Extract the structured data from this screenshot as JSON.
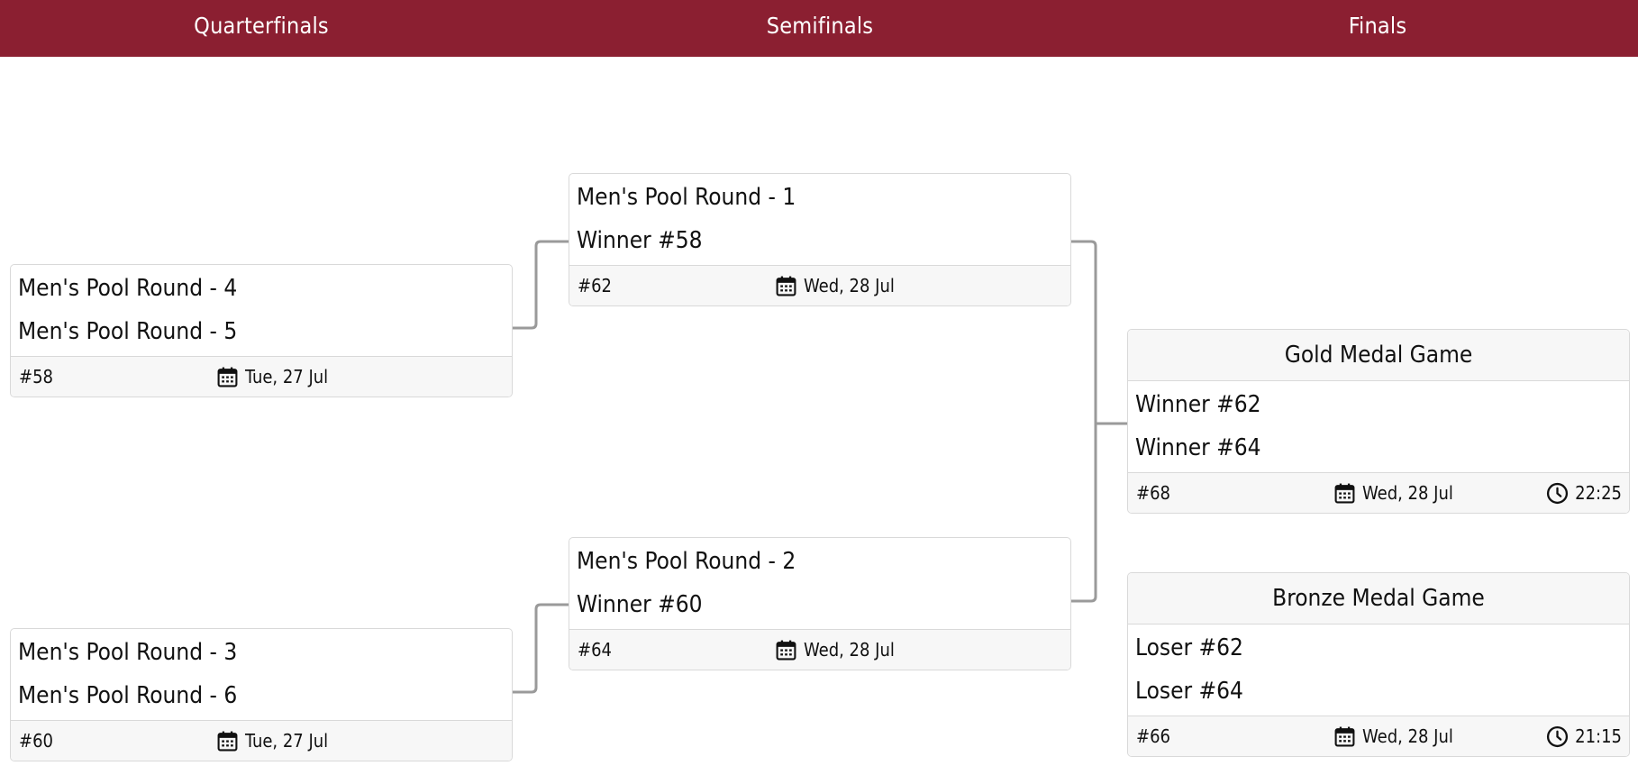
{
  "rounds": {
    "quarterfinals": "Quarterfinals",
    "semifinals": "Semifinals",
    "finals": "Finals"
  },
  "matches": {
    "m58": {
      "team1": "Men's Pool Round - 4",
      "team2": "Men's Pool Round - 5",
      "number": "#58",
      "date": "Tue, 27 Jul"
    },
    "m60": {
      "team1": "Men's Pool Round - 3",
      "team2": "Men's Pool Round - 6",
      "number": "#60",
      "date": "Tue, 27 Jul"
    },
    "m62": {
      "team1": "Men's Pool Round - 1",
      "team2": "Winner #58",
      "number": "#62",
      "date": "Wed, 28 Jul"
    },
    "m64": {
      "team1": "Men's Pool Round - 2",
      "team2": "Winner #60",
      "number": "#64",
      "date": "Wed, 28 Jul"
    },
    "m68": {
      "title": "Gold Medal Game",
      "team1": "Winner #62",
      "team2": "Winner #64",
      "number": "#68",
      "date": "Wed, 28 Jul",
      "time": "22:25"
    },
    "m66": {
      "title": "Bronze Medal Game",
      "team1": "Loser #62",
      "team2": "Loser #64",
      "number": "#66",
      "date": "Wed, 28 Jul",
      "time": "21:15"
    }
  },
  "colors": {
    "header": "#8b1f31",
    "connector": "#9a9a9a",
    "card_border": "#d9d9d9",
    "meta_bg": "#f7f7f7"
  },
  "icons": {
    "date": "calendar-icon",
    "time": "clock-icon"
  }
}
